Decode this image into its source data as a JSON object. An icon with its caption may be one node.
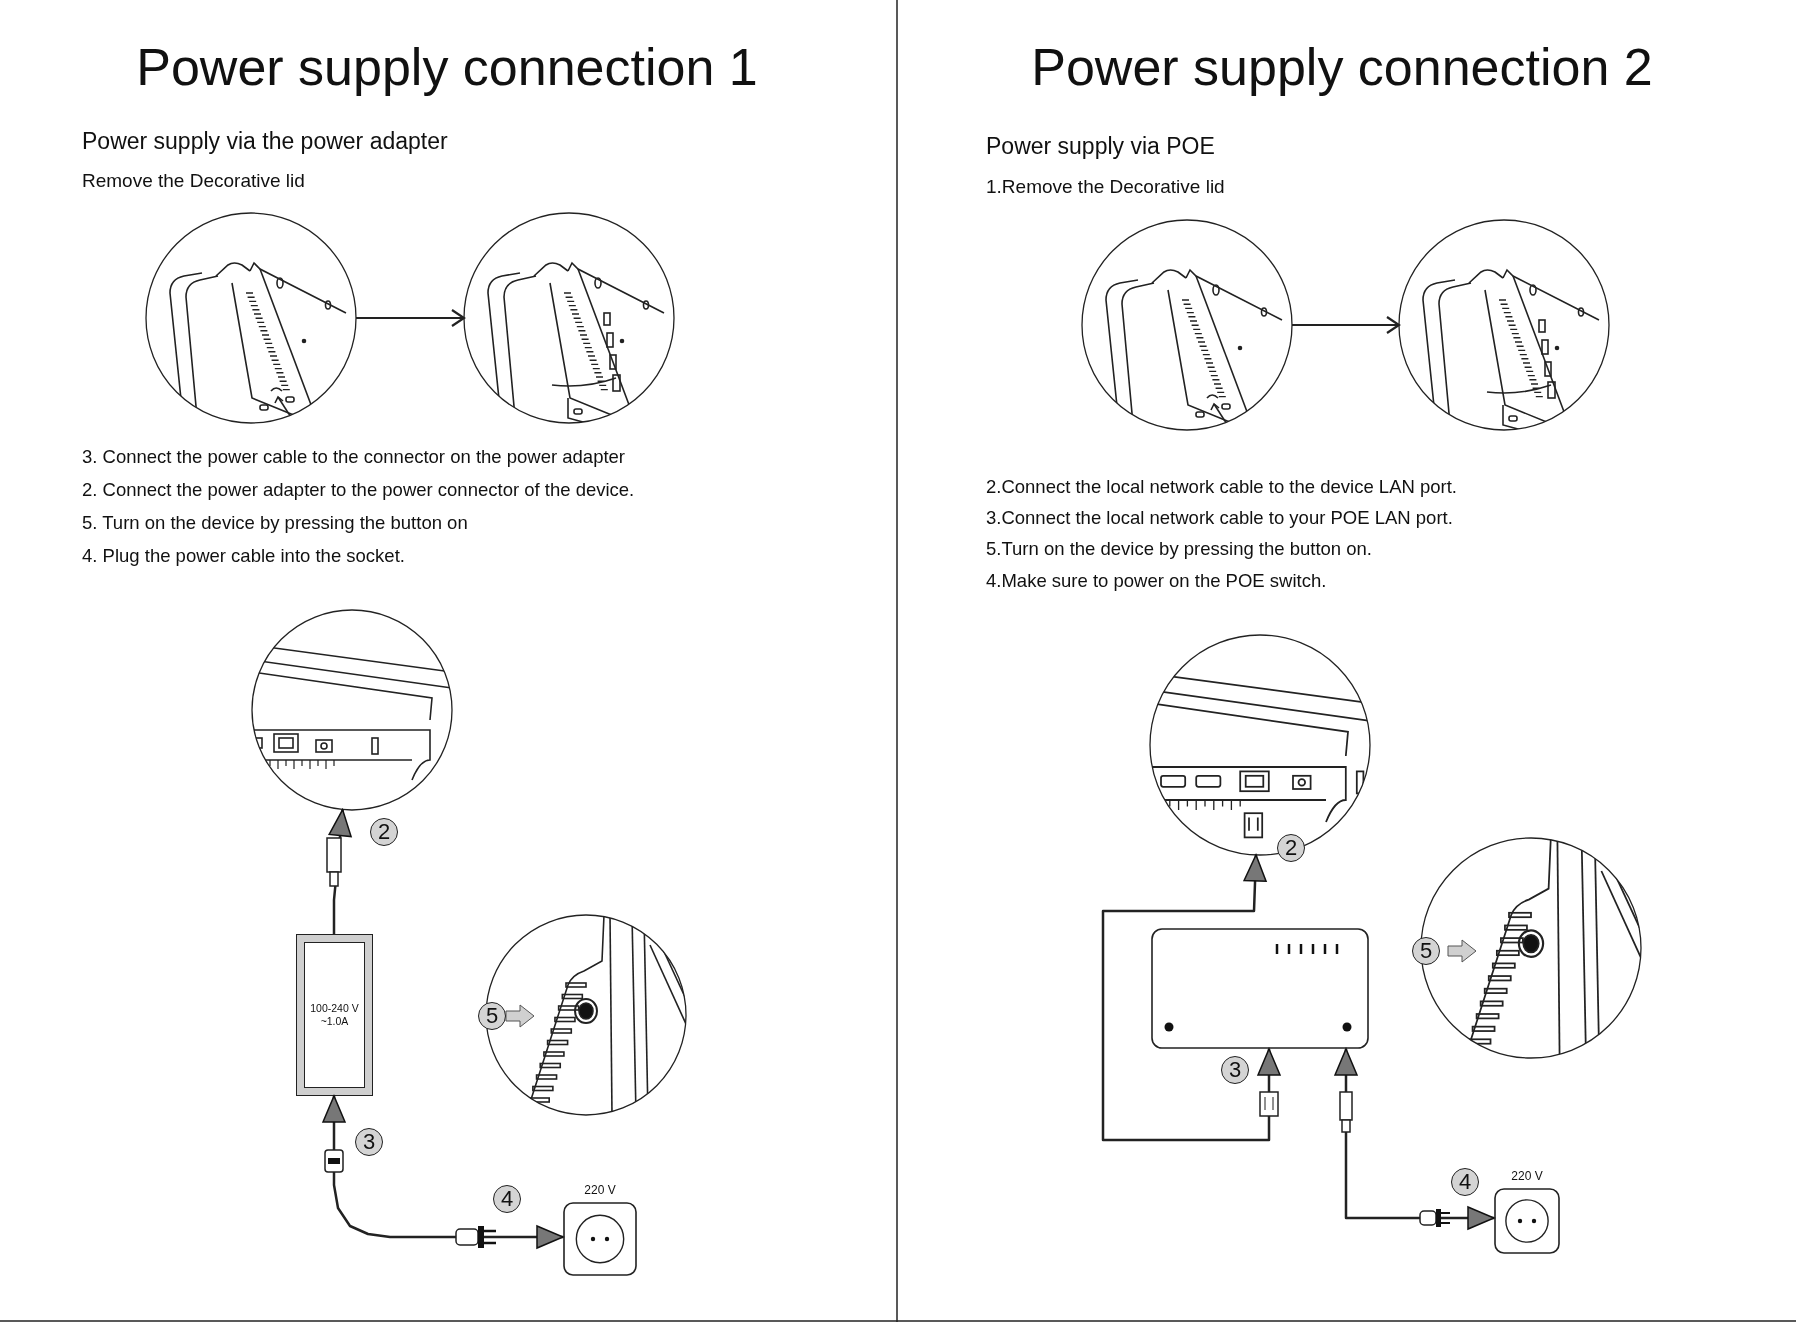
{
  "diagram": {
    "nodes": [
      {
        "text": [],
        "shape": "picture"
      },
      {
        "text": [],
        "shape": "picture"
      },
      {
        "text": [],
        "shape": "picture"
      },
      {
        "text": [
          "100-240 V ~1.0A"
        ]
      },
      {
        "text": [],
        "shape": "picture"
      },
      {
        "text": [
          "220 V"
        ]
      },
      {
        "text": [],
        "shape": "picture"
      },
      {
        "text": [],
        "shape": "picture"
      },
      {
        "text": [],
        "shape": "picture"
      },
      {
        "text": [],
        "shape": "box"
      },
      {
        "text": [],
        "shape": "picture"
      },
      {
        "text": [
          "220 V"
        ]
      }
    ],
    "edges": [
      {
        "from": 0,
        "to": 1,
        "arrow": "to"
      },
      {
        "from": 3,
        "to": 2,
        "arrow": "to"
      },
      {
        "from": 3,
        "to": 5,
        "arrow": "both"
      },
      {
        "from": 6,
        "to": 7,
        "arrow": "to"
      },
      {
        "from": 9,
        "to": 8,
        "arrow": "both"
      },
      {
        "from": 9,
        "to": 11,
        "arrow": "both"
      }
    ],
    "labels": [
      "Power supply connection 1",
      "Power supply via the power adapter",
      "Remove the Decorative lid",
      "3. Connect the power cable to the connector on the power adapter",
      "2. Connect the power adapter to the power connector of the device.",
      "5. Turn on the device by pressing the button on",
      "4. Plug the power cable into the socket.",
      "2",
      "5",
      "3",
      "4",
      "Power supply connection 2",
      "Power supply via POE",
      "1.Remove the Decorative lid",
      "2.Connect the local network cable to the device LAN port.",
      "3.Connect the local network cable to your POE LAN port.",
      "5.Turn on the device by pressing the button on.",
      "4.Make sure to power on the POE switch.",
      "2",
      "5",
      "3",
      "4"
    ]
  }
}
